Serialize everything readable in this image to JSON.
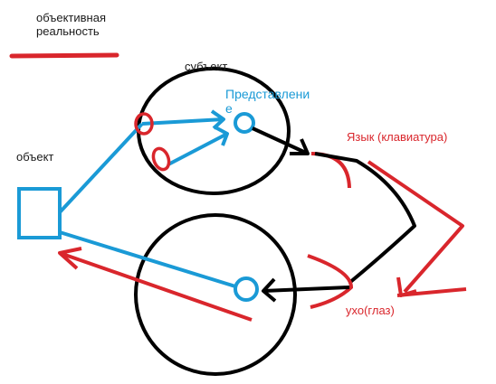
{
  "legend": {
    "label": "объективная реальность"
  },
  "labels": {
    "subject": "субъект",
    "representation": "Представление",
    "object": "объект",
    "tongue": "Язык (клавиатура)",
    "ear": "ухо(глаз)"
  },
  "colors": {
    "black": "#000000",
    "blue": "#1a9ad6",
    "red": "#d9262c"
  }
}
